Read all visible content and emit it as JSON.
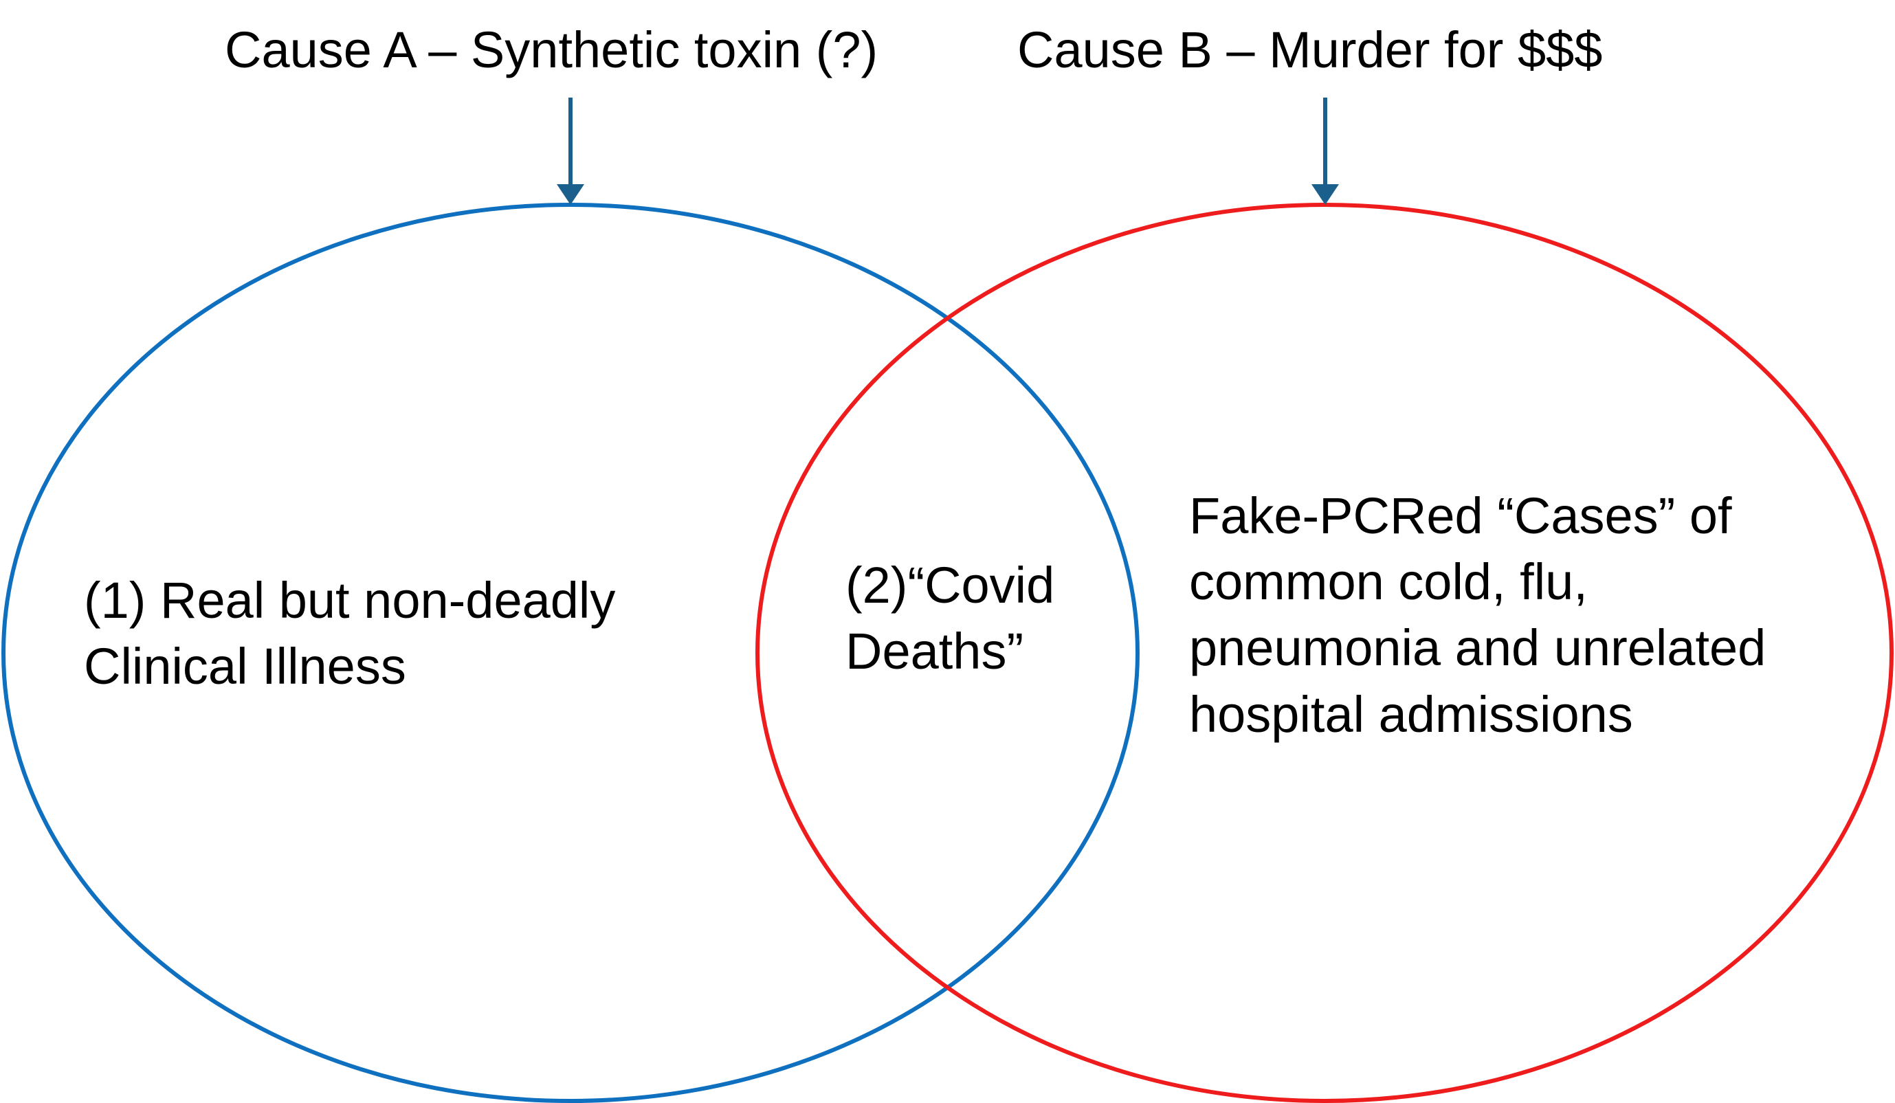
{
  "causes": {
    "a": "Cause A – Synthetic toxin (?)",
    "b": "Cause B – Murder for $$$"
  },
  "sets": {
    "a": {
      "lines": [
        "(1) Real but non-deadly",
        "Clinical Illness"
      ],
      "color": "#1070c0"
    },
    "intersection": {
      "lines": [
        "(2)“Covid",
        "Deaths”"
      ]
    },
    "b": {
      "lines": [
        "Fake-PCRed “Cases” of",
        "common cold, flu,",
        "pneumonia and unrelated",
        "hospital admissions"
      ],
      "color": "#ee1c1c"
    }
  },
  "arrow_color": "#1b5f8c",
  "text_color": "#000000"
}
